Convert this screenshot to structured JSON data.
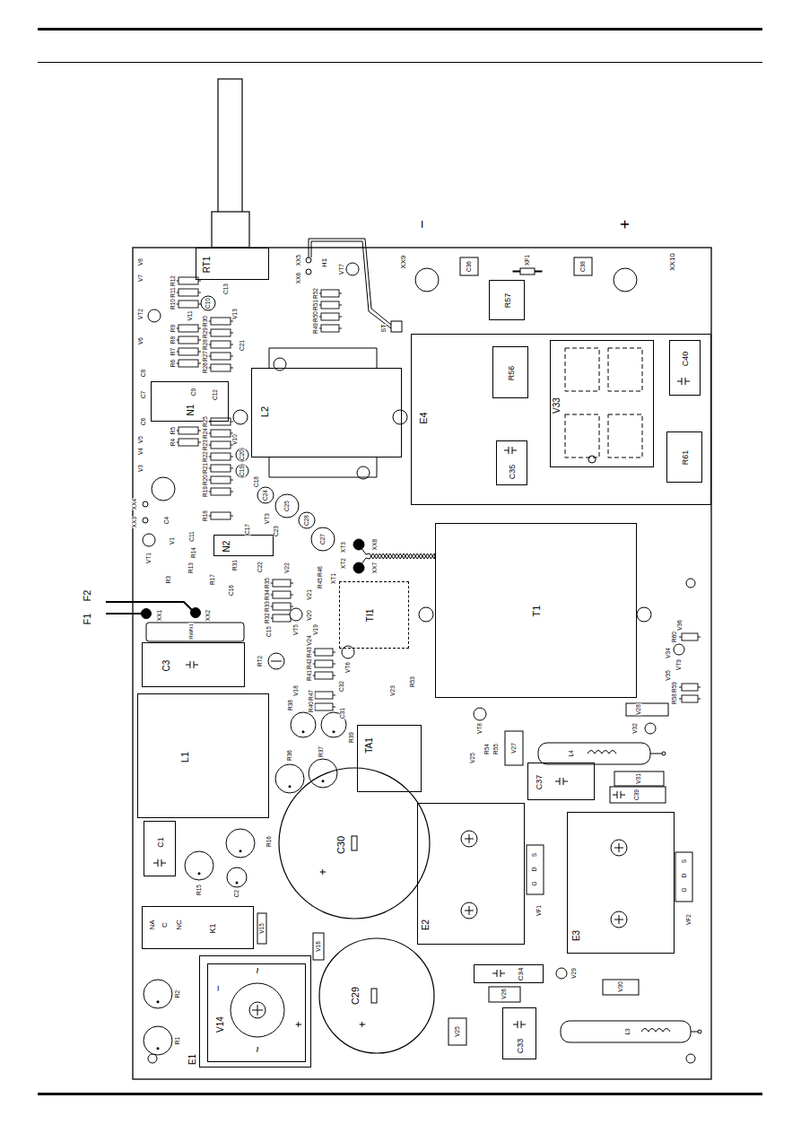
{
  "diagram": {
    "nodes": [
      {
        "text": [
          "RT1"
        ]
      },
      {
        "text": [
          "N1"
        ]
      },
      {
        "text": [
          "L2"
        ]
      },
      {
        "text": [
          "E4"
        ]
      },
      {
        "text": [
          "R56"
        ],
        "in": 3
      },
      {
        "text": [
          "V33"
        ],
        "in": 3
      },
      {
        "text": [
          "C40"
        ],
        "in": 3
      },
      {
        "text": [
          "C35"
        ],
        "in": 3
      },
      {
        "text": [
          "R61"
        ],
        "in": 3
      },
      {
        "text": [
          "R57"
        ]
      },
      {
        "text": [
          "N2"
        ]
      },
      {
        "text": [
          "TI1"
        ]
      },
      {
        "text": [
          "T1"
        ]
      },
      {
        "text": [
          "C3"
        ]
      },
      {
        "text": [
          "L1"
        ]
      },
      {
        "text": [
          "TA1"
        ]
      },
      {
        "text": [
          "C37"
        ]
      },
      {
        "text": [
          "C30"
        ]
      },
      {
        "text": [
          "C1"
        ]
      },
      {
        "text": [
          "E2"
        ]
      },
      {
        "text": [
          "E3"
        ]
      },
      {
        "text": [
          "NA",
          "C",
          "NC",
          "K1"
        ]
      },
      {
        "text": [
          "E1"
        ]
      },
      {
        "text": [
          "V14"
        ],
        "in": 22
      },
      {
        "text": [
          "C34"
        ]
      },
      {
        "text": [
          "C29"
        ]
      },
      {
        "text": [
          "C33"
        ]
      }
    ],
    "labels": [
      "−",
      "+",
      "F1",
      "F2",
      "XX1",
      "XX2",
      "RWN1",
      "XX3",
      "XX4",
      "XX5",
      "XX6",
      "H1",
      "VT7",
      "XX9",
      "XX10",
      "C36",
      "XF1",
      "C38",
      "ST",
      "V8",
      "V7",
      "R12",
      "R11",
      "R10",
      "C10",
      "C13",
      "VT2",
      "V11",
      "R9",
      "V6",
      "R8",
      "R7",
      "R6",
      "R30",
      "R29",
      "R28",
      "R27",
      "R26",
      "V13",
      "C21",
      "R52",
      "R51",
      "R50",
      "R49",
      "C8",
      "C7",
      "C9",
      "C12",
      "C6",
      "R5",
      "V5",
      "R4",
      "V4",
      "V3",
      "R25",
      "R24",
      "R23",
      "R22",
      "R21",
      "R20",
      "R19",
      "R18",
      "V10",
      "C20",
      "C19",
      "C18",
      "C24",
      "C25",
      "C28",
      "C27",
      "VT3",
      "C17",
      "C23",
      "C4",
      "VT1",
      "V1",
      "C11",
      "R14",
      "R13",
      "R3",
      "R17",
      "R31",
      "C22",
      "V22",
      "C16",
      "R35",
      "R34",
      "R33",
      "R32",
      "C15",
      "V21",
      "V20",
      "R46",
      "R45",
      "VT5",
      "V19",
      "RT2",
      "VT6",
      "V24",
      "R43",
      "R42",
      "R41",
      "V18",
      "R47",
      "R40",
      "C32",
      "C31",
      "V23",
      "R53",
      "XX8",
      "XX7",
      "XT3",
      "XT2",
      "XT1",
      "VT8",
      "V25",
      "R54",
      "R55",
      "V27",
      "V28",
      "V32",
      "L4",
      "V31",
      "C39",
      "V36",
      "R60",
      "V34",
      "VT9",
      "V35",
      "R59",
      "R58",
      "VF1",
      "VF2",
      "V29",
      "V30",
      "V26",
      "V25",
      "L3",
      "V16",
      "V15",
      "R16",
      "R15",
      "C2",
      "R2",
      "R1",
      "R36",
      "R37",
      "R38",
      "R39",
      "−",
      "+",
      "~",
      "~",
      "+",
      "+",
      "S",
      "D",
      "G",
      "S",
      "D",
      "G"
    ]
  }
}
